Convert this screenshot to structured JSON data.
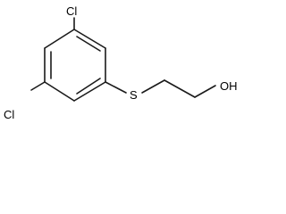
{
  "structure": {
    "atoms": {
      "cl_top": "Cl",
      "cl_bottom": "Cl",
      "sulfur": "S",
      "hydroxyl": "OH"
    }
  }
}
